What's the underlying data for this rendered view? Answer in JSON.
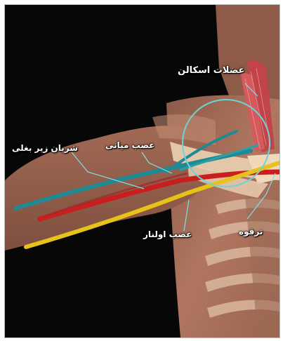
{
  "labels": {
    "scalene_muscles": "عضلات اسکالن",
    "subclavian_artery": "شریان زیر بغلی",
    "median_nerve": "عصب میانی",
    "clavicle": "ترقوه",
    "ulnar_nerve": "عصب اولنار"
  },
  "colors": {
    "background": "#070707",
    "skin": "#b07660",
    "artery": "#c81e1e",
    "nerve_yellow": "#e6c21a",
    "nerve_teal": "#1f8a94",
    "muscle": "#c04448",
    "circle": "#6fd3d6",
    "bone": "#e2c7a8",
    "leader_line": "#7fe0e3"
  }
}
